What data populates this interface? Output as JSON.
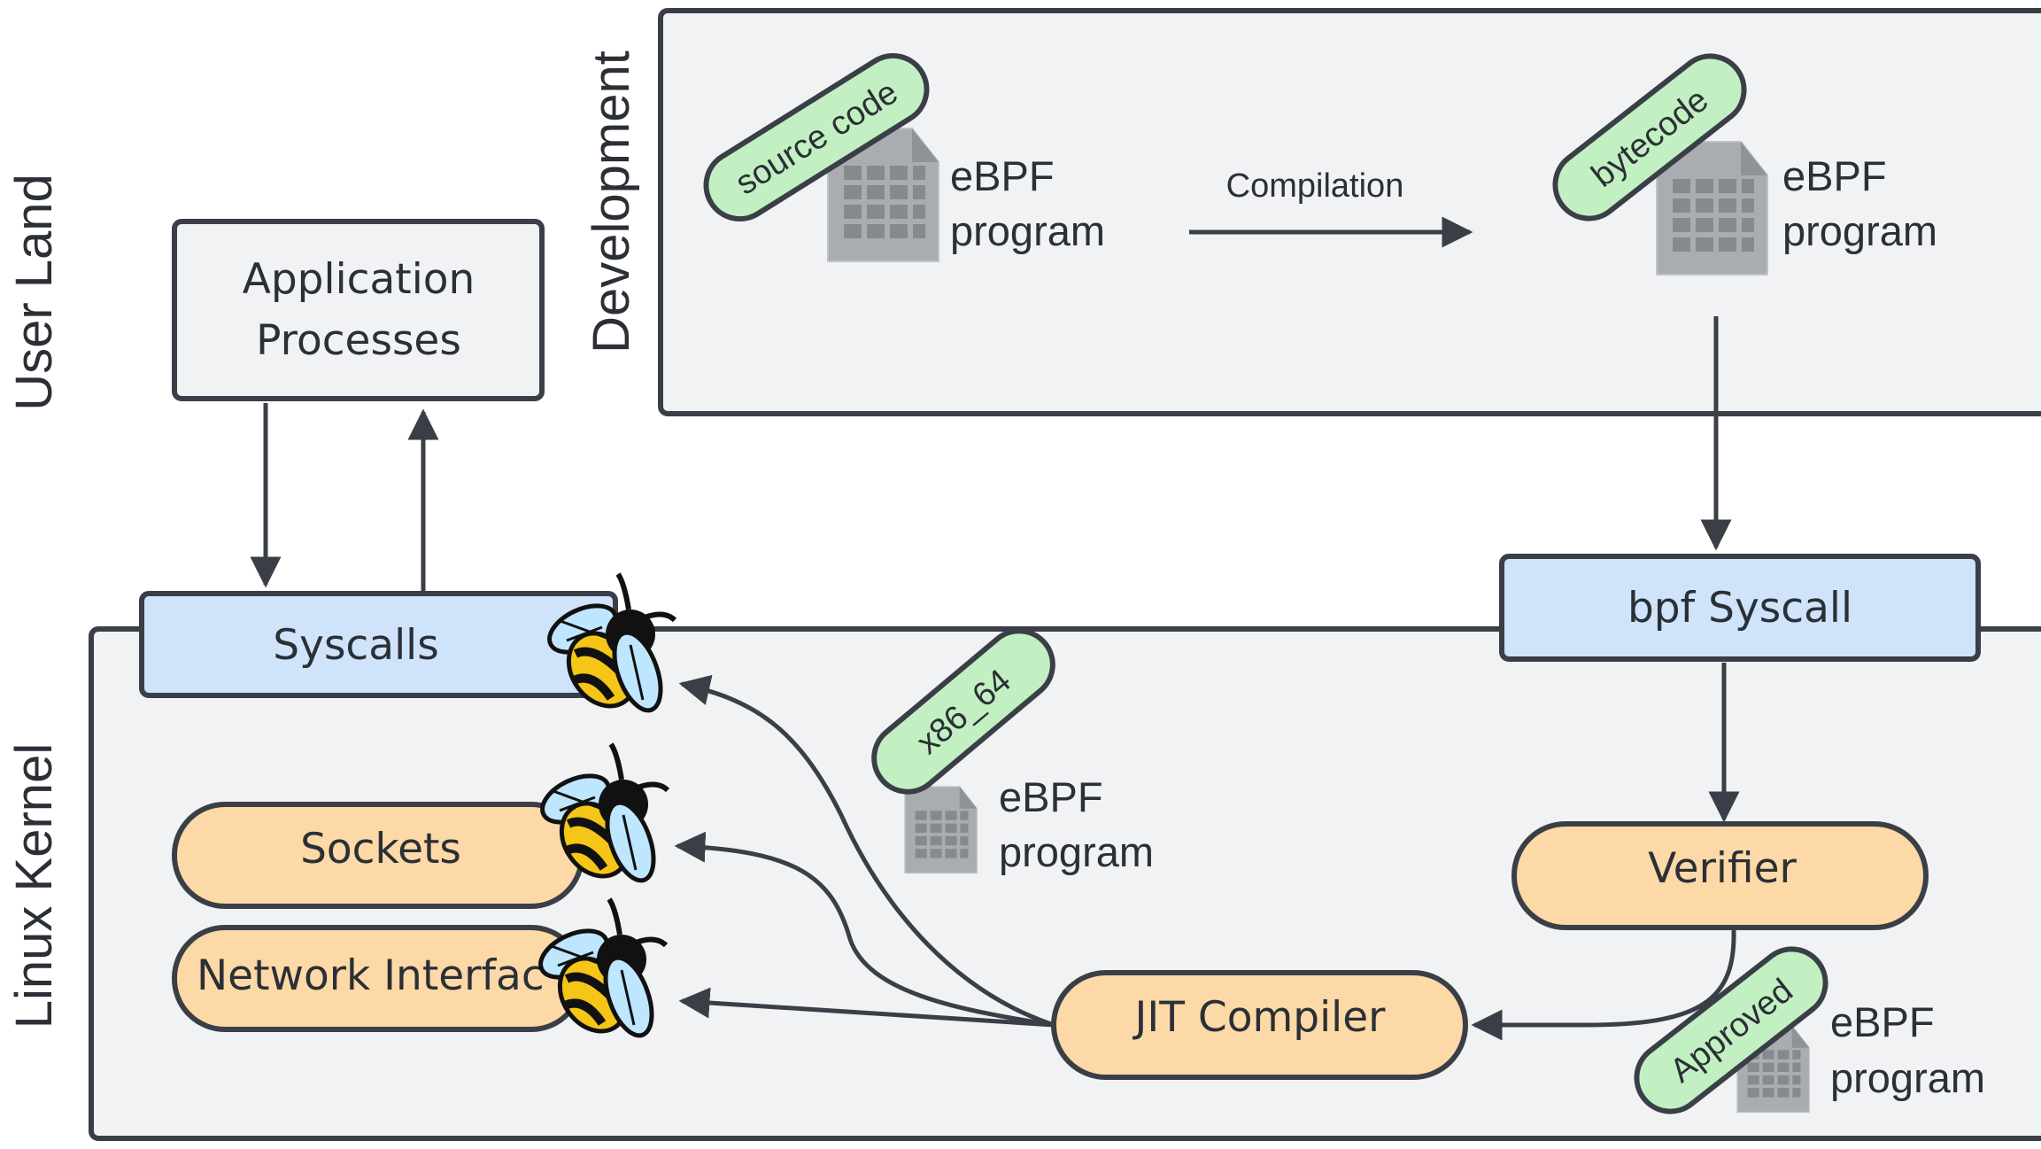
{
  "regions": {
    "user_land": "User Land",
    "linux_kernel": "Linux Kernel",
    "development": "Development"
  },
  "boxes": {
    "application_processes": [
      "Application",
      "Processes"
    ],
    "syscalls": "Syscalls",
    "sockets": "Sockets",
    "network_interface": "Network Interfac",
    "bpf_syscall": "bpf Syscall",
    "verifier": "Verifier",
    "jit_compiler": "JIT Compiler"
  },
  "tags": {
    "source_code": "source code",
    "bytecode": "bytecode",
    "x86_64": "x86_64",
    "approved": "Approved"
  },
  "program_label": [
    "eBPF",
    "program"
  ],
  "edge_labels": {
    "compilation": "Compilation"
  },
  "colors": {
    "outline": "#3a3f47",
    "panel_fill": "#f1f2f4",
    "blue_box": "#cfe3fb",
    "orange_box": "#fcd9a6",
    "green_tag": "#c3f0c2",
    "doc_icon": "#a9adb1"
  },
  "icons": [
    "document-icon",
    "bee-icon"
  ]
}
